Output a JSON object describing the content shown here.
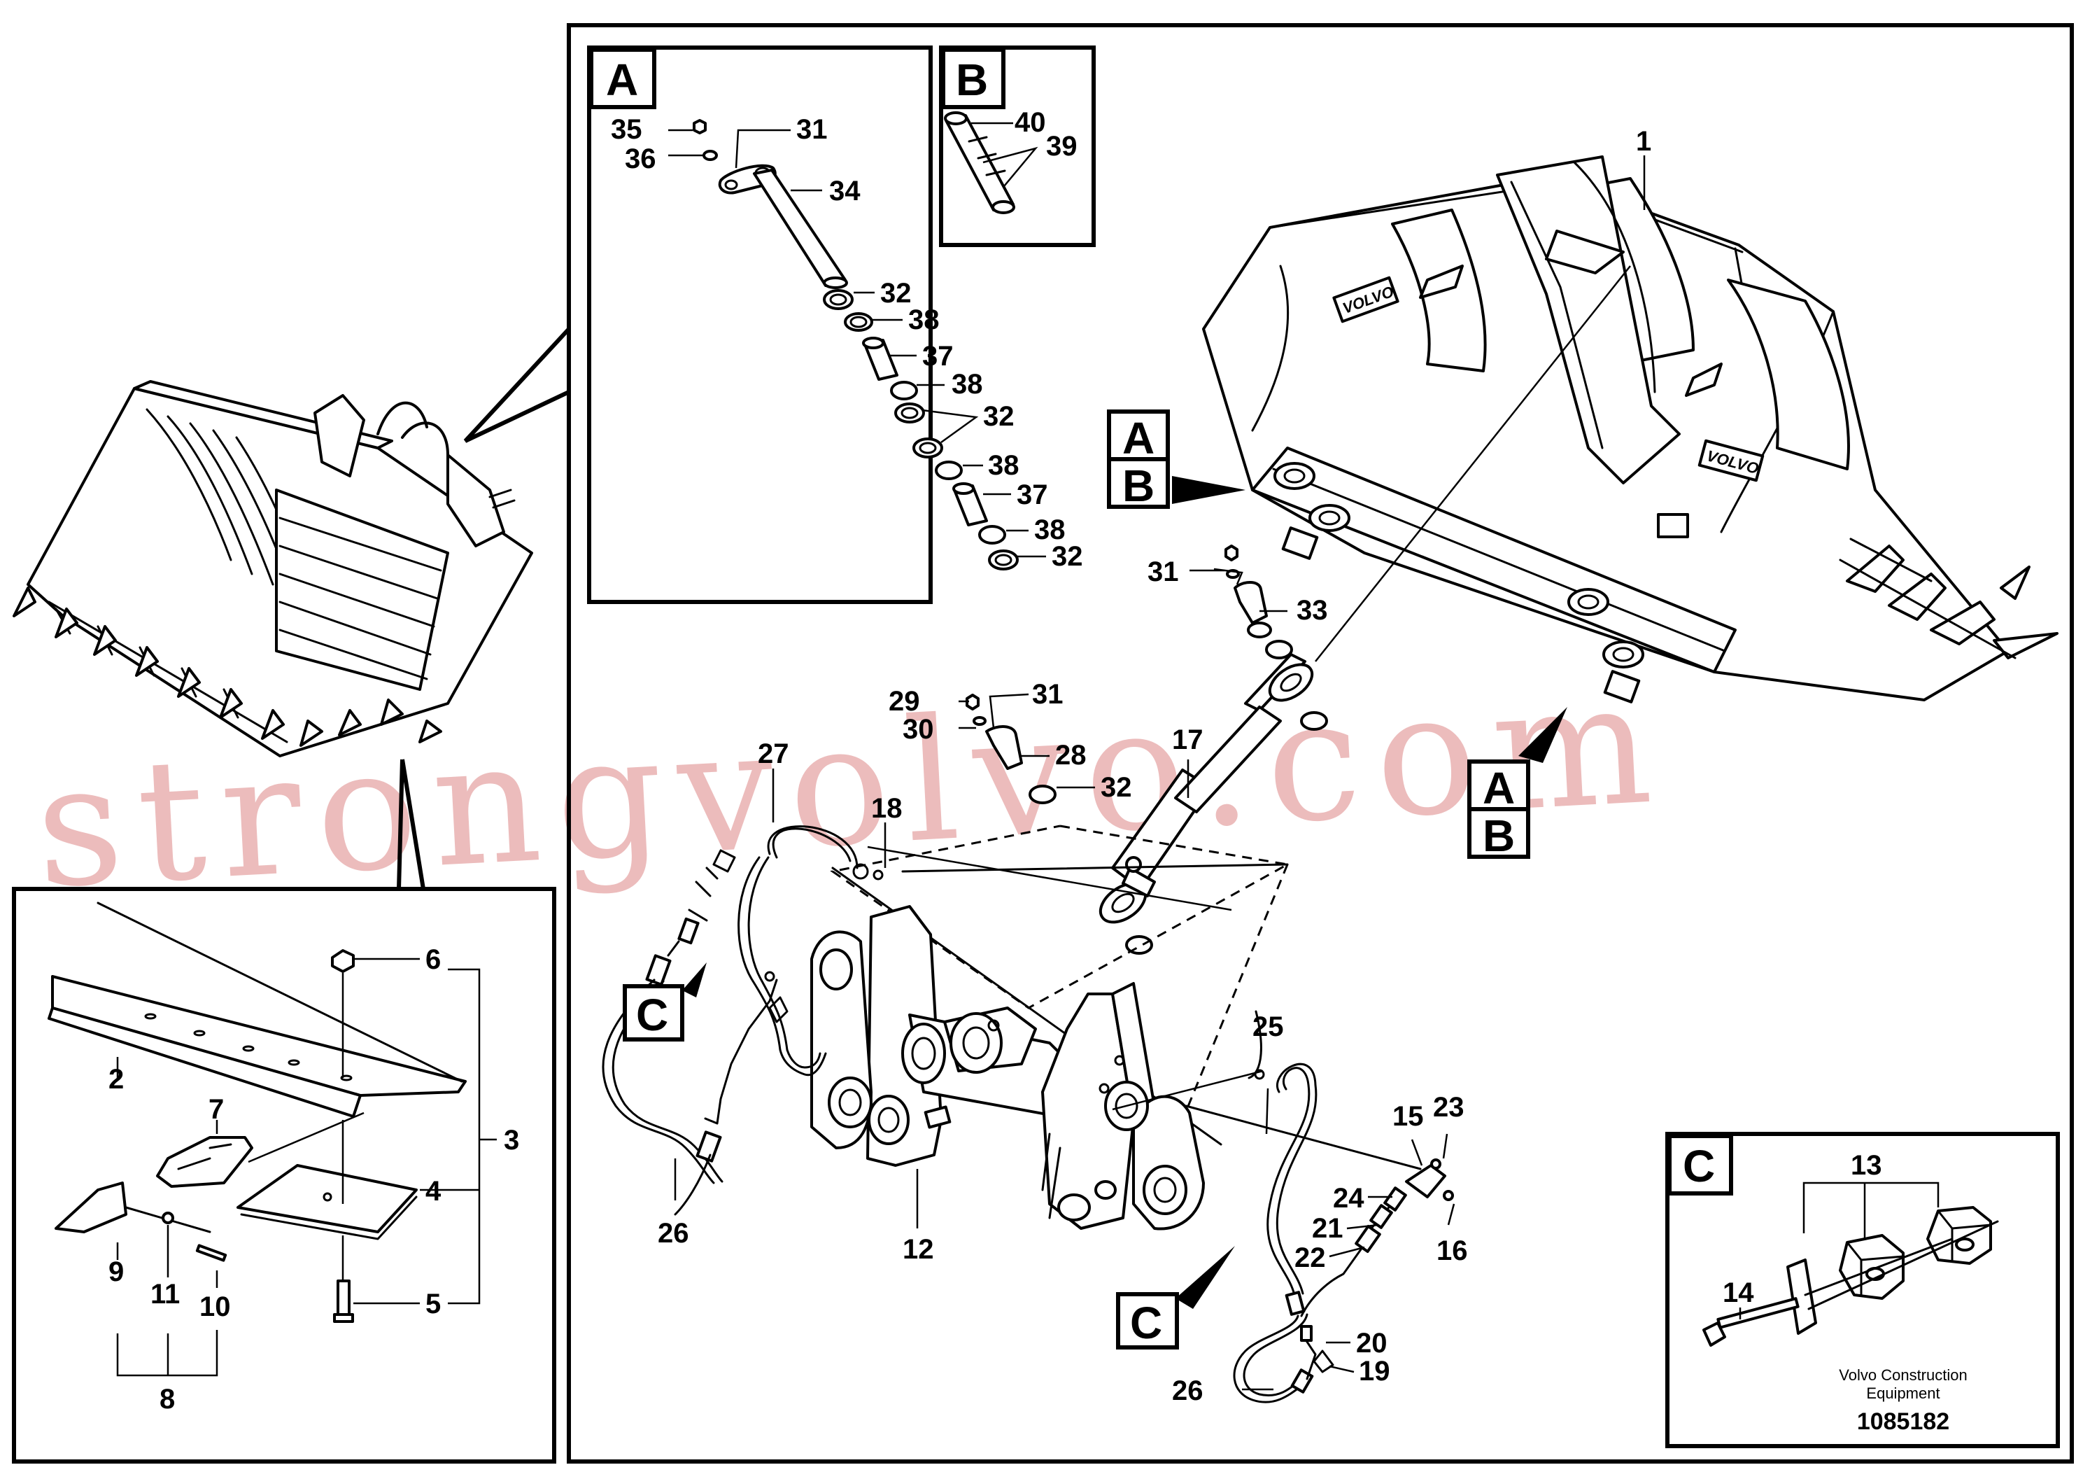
{
  "watermark": "strongvolvo.com",
  "caption": {
    "line1": "Volvo Construction",
    "line2": "Equipment",
    "doc_number": "1085182"
  },
  "brand_mark": "VOLVO",
  "detail_boxes": {
    "a_top": "A",
    "b_top": "B",
    "c_detail": "C",
    "a_ref1": "A",
    "b_ref1": "B",
    "a_ref2": "A",
    "b_ref2": "B",
    "c_ref1": "C",
    "c_ref2": "C"
  },
  "part_numbers": {
    "n1": "1",
    "n2": "2",
    "n3": "3",
    "n4": "4",
    "n5": "5",
    "n6": "6",
    "n7": "7",
    "n8": "8",
    "n9": "9",
    "n10": "10",
    "n11": "11",
    "n12": "12",
    "n13": "13",
    "n14": "14",
    "n15": "15",
    "n16": "16",
    "n17": "17",
    "n18": "18",
    "n19": "19",
    "n20": "20",
    "n21": "21",
    "n22": "22",
    "n23": "23",
    "n24": "24",
    "n25": "25",
    "n26a": "26",
    "n26b": "26",
    "n27": "27",
    "n28": "28",
    "n29": "29",
    "n30": "30",
    "n31a": "31",
    "n31b": "31",
    "n31c": "31",
    "n32a": "32",
    "n32b": "32",
    "n32c": "32",
    "n32d": "32",
    "n33": "33",
    "n34": "34",
    "n35": "35",
    "n36": "36",
    "n37a": "37",
    "n37b": "37",
    "n38a": "38",
    "n38b": "38",
    "n38c": "38",
    "n38d": "38",
    "n39": "39",
    "n40": "40"
  }
}
